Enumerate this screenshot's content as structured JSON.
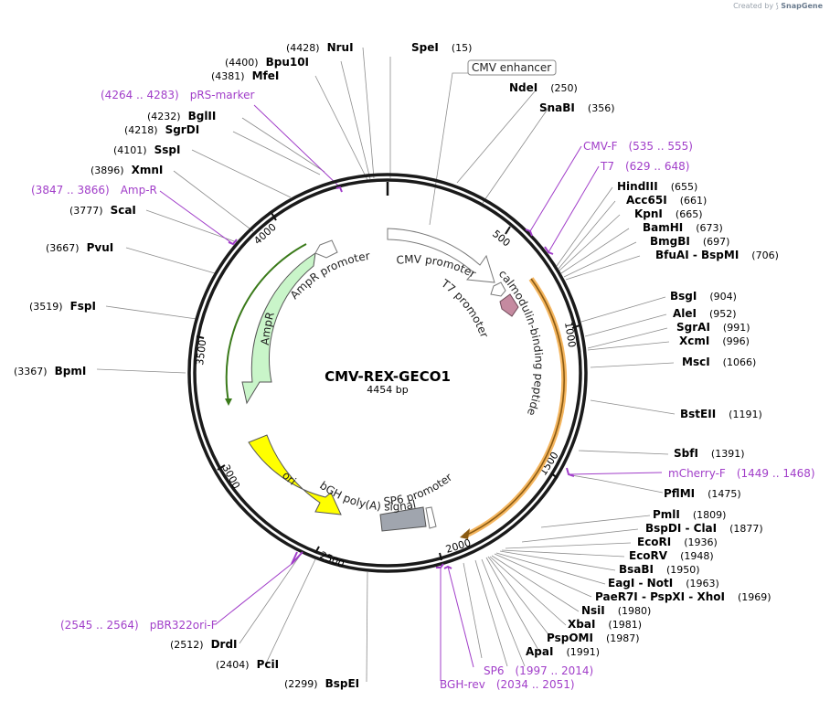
{
  "credit": {
    "prefix": "Created by",
    "brand": "SnapGene"
  },
  "plasmid": {
    "name": "CMV-REX-GECO1",
    "size_label": "4454 bp",
    "length": 4454
  },
  "colors": {
    "primer": "#a13ec9",
    "ampr": "#c9f5c9",
    "ori": "#ffff00",
    "promoter": "#ffffff",
    "bgh": "#a0a5ae",
    "calmodulin": "#c58aa0",
    "geco_arc": "#f4b55e"
  },
  "tick_marks": [
    {
      "pos": 500,
      "label": "500"
    },
    {
      "pos": 1000,
      "label": "1000"
    },
    {
      "pos": 1500,
      "label": "1500"
    },
    {
      "pos": 2000,
      "label": "2000"
    },
    {
      "pos": 2500,
      "label": "2500"
    },
    {
      "pos": 3000,
      "label": "3000"
    },
    {
      "pos": 3500,
      "label": "3500"
    },
    {
      "pos": 4000,
      "label": "4000"
    }
  ],
  "features": [
    {
      "name": "CMV enhancer",
      "boxed": true
    },
    {
      "name": "CMV promoter"
    },
    {
      "name": "T7 promoter"
    },
    {
      "name": "calmodulin-binding peptide"
    },
    {
      "name": "bGH poly(A) signal"
    },
    {
      "name": "SP6 promoter"
    },
    {
      "name": "ori"
    },
    {
      "name": "AmpR"
    },
    {
      "name": "AmpR promoter"
    }
  ],
  "sites_right": [
    {
      "name": "SpeI",
      "pos": "(15)"
    },
    {
      "name": "NdeI",
      "pos": "(250)"
    },
    {
      "name": "SnaBI",
      "pos": "(356)"
    },
    {
      "name": "HindIII",
      "pos": "(655)"
    },
    {
      "name": "Acc65I",
      "pos": "(661)"
    },
    {
      "name": "KpnI",
      "pos": "(665)"
    },
    {
      "name": "BamHI",
      "pos": "(673)"
    },
    {
      "name": "BmgBI",
      "pos": "(697)"
    },
    {
      "name": "BfuAI - BspMI",
      "pos": "(706)"
    },
    {
      "name": "BsgI",
      "pos": "(904)"
    },
    {
      "name": "AleI",
      "pos": "(952)"
    },
    {
      "name": "SgrAI",
      "pos": "(991)"
    },
    {
      "name": "XcmI",
      "pos": "(996)"
    },
    {
      "name": "MscI",
      "pos": "(1066)"
    },
    {
      "name": "BstEII",
      "pos": "(1191)"
    },
    {
      "name": "SbfI",
      "pos": "(1391)"
    },
    {
      "name": "PflMI",
      "pos": "(1475)"
    },
    {
      "name": "PmlI",
      "pos": "(1809)"
    },
    {
      "name": "BspDI - ClaI",
      "pos": "(1877)"
    },
    {
      "name": "EcoRI",
      "pos": "(1936)"
    },
    {
      "name": "EcoRV",
      "pos": "(1948)"
    },
    {
      "name": "BsaBI",
      "pos": "(1950)"
    },
    {
      "name": "EagI - NotI",
      "pos": "(1963)"
    },
    {
      "name": "PaeR7I - PspXI - XhoI",
      "pos": "(1969)"
    },
    {
      "name": "NsiI",
      "pos": "(1980)"
    },
    {
      "name": "XbaI",
      "pos": "(1981)"
    },
    {
      "name": "PspOMI",
      "pos": "(1987)"
    },
    {
      "name": "ApaI",
      "pos": "(1991)"
    }
  ],
  "sites_left": [
    {
      "name": "NruI",
      "pos": "(4428)"
    },
    {
      "name": "Bpu10I",
      "pos": "(4400)"
    },
    {
      "name": "MfeI",
      "pos": "(4381)"
    },
    {
      "name": "BglII",
      "pos": "(4232)"
    },
    {
      "name": "SgrDI",
      "pos": "(4218)"
    },
    {
      "name": "SspI",
      "pos": "(4101)"
    },
    {
      "name": "XmnI",
      "pos": "(3896)"
    },
    {
      "name": "ScaI",
      "pos": "(3777)"
    },
    {
      "name": "PvuI",
      "pos": "(3667)"
    },
    {
      "name": "FspI",
      "pos": "(3519)"
    },
    {
      "name": "BpmI",
      "pos": "(3367)"
    },
    {
      "name": "DrdI",
      "pos": "(2512)"
    },
    {
      "name": "PciI",
      "pos": "(2404)"
    },
    {
      "name": "BspEI",
      "pos": "(2299)"
    }
  ],
  "primers": [
    {
      "name": "CMV-F",
      "range": "(535 .. 555)"
    },
    {
      "name": "T7",
      "range": "(629 .. 648)"
    },
    {
      "name": "mCherry-F",
      "range": "(1449 .. 1468)"
    },
    {
      "name": "SP6",
      "range": "(1997 .. 2014)"
    },
    {
      "name": "BGH-rev",
      "range": "(2034 .. 2051)"
    },
    {
      "name": "pBR322ori-F",
      "range": "(2545 .. 2564)"
    },
    {
      "name": "Amp-R",
      "range": "(3847 .. 3866)"
    },
    {
      "name": "pRS-marker",
      "range": "(4264 .. 4283)"
    }
  ]
}
